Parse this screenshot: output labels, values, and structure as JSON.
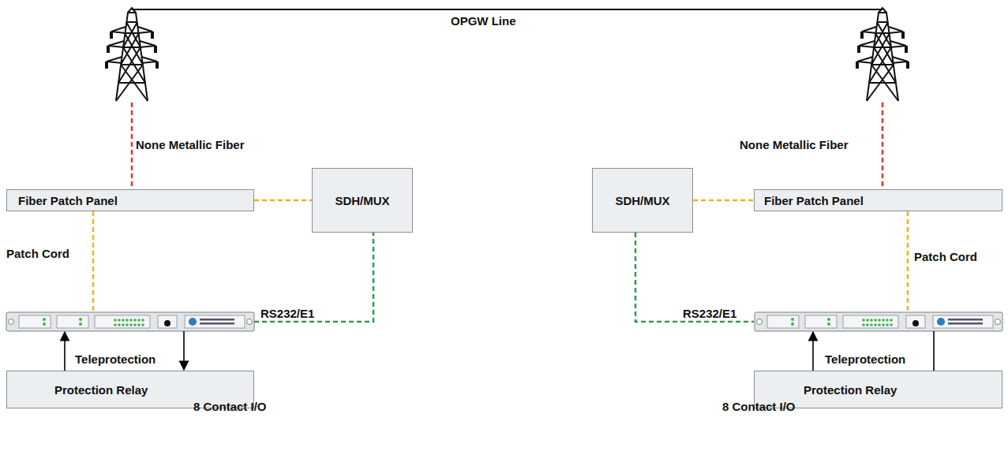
{
  "diagram": {
    "nodes": [
      {
        "text": [
          "Fiber Patch Panel"
        ]
      },
      {
        "text": [
          "SDH/MUX"
        ]
      },
      {
        "text": [
          "SDH/MUX"
        ]
      },
      {
        "text": [
          "Fiber Patch Panel"
        ]
      },
      {
        "text": [
          "Protection Relay"
        ]
      },
      {
        "text": [
          "Protection Relay"
        ]
      }
    ],
    "edges": [
      {
        "from": 0,
        "to": 1,
        "arrow": "none"
      },
      {
        "from": 2,
        "to": 3,
        "arrow": "none"
      }
    ],
    "labels": [
      "OPGW Line",
      "None Metallic Fiber",
      "None Metallic Fiber",
      "Patch Cord",
      "Patch Cord",
      "RS232/E1",
      "RS232/E1",
      "Teleprotection",
      "Teleprotection",
      "8 Contact I/O",
      "8 Contact I/O"
    ]
  }
}
